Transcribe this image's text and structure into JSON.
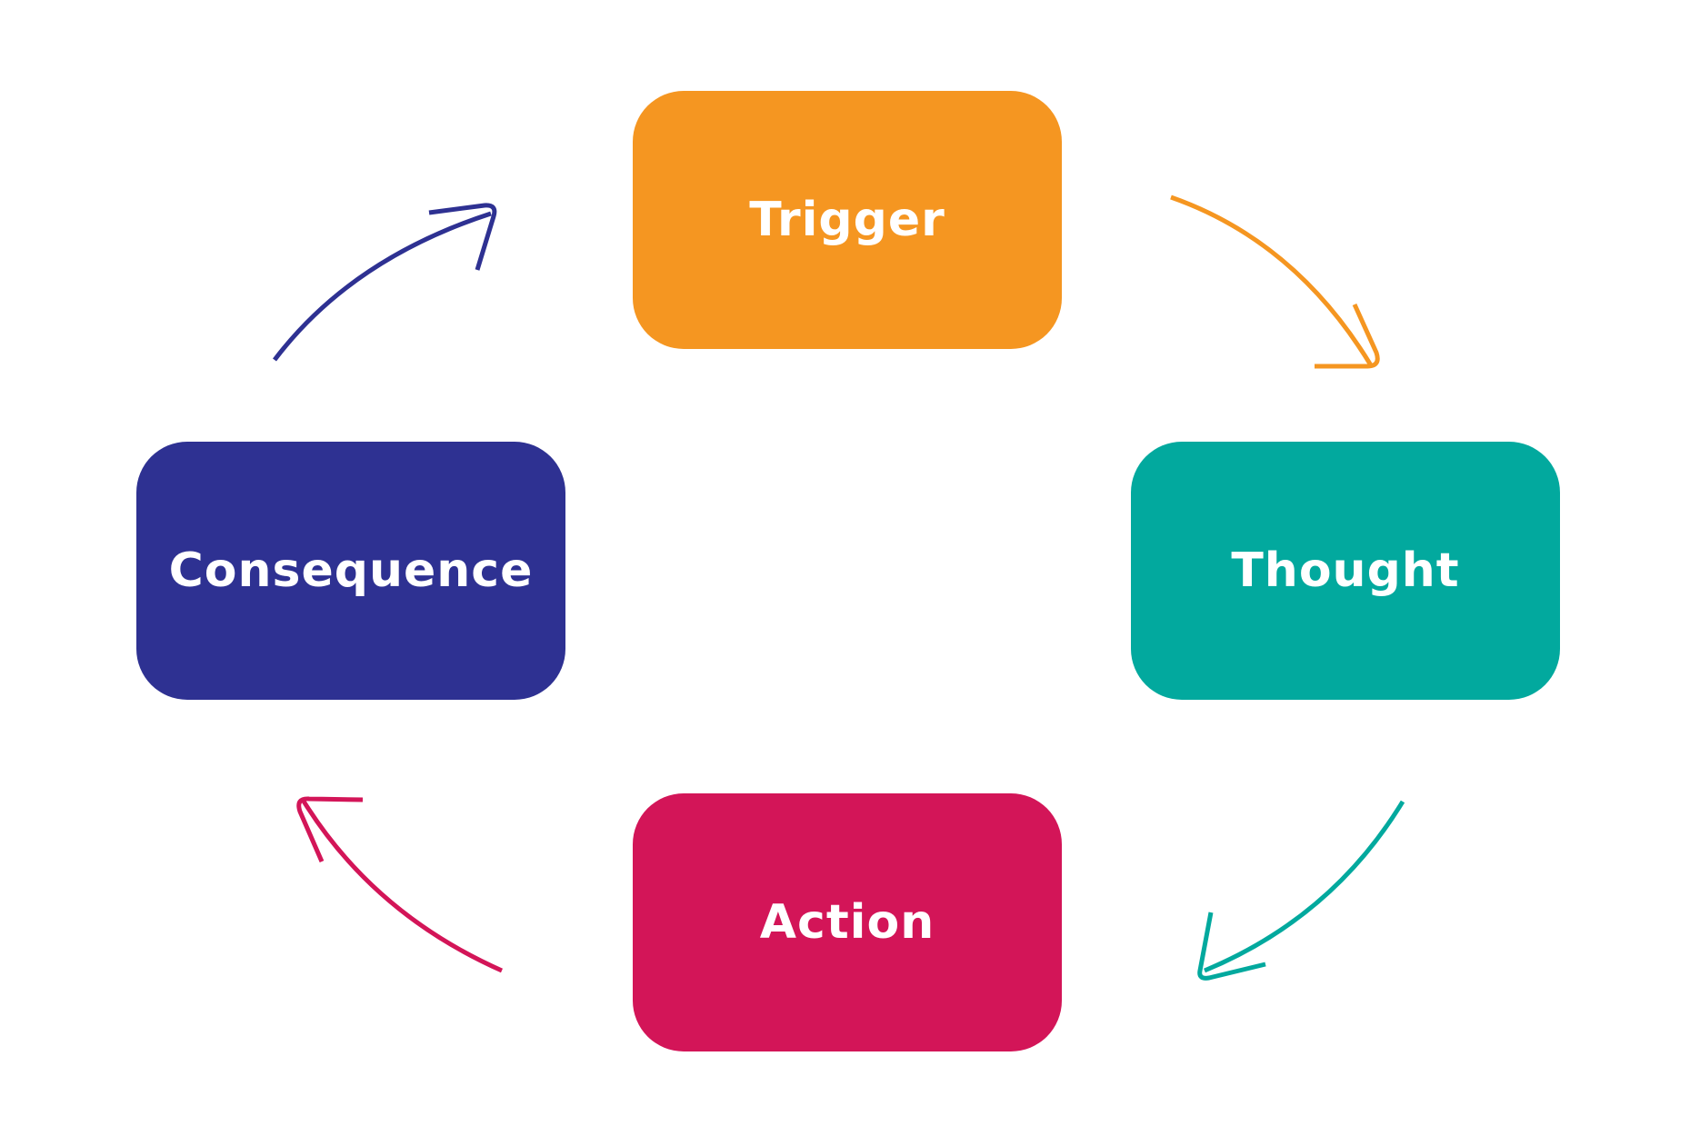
{
  "diagram": {
    "nodes": [
      {
        "id": "trigger",
        "label": "Trigger",
        "color": "#F59621"
      },
      {
        "id": "thought",
        "label": "Thought",
        "color": "#02A99E"
      },
      {
        "id": "action",
        "label": "Action",
        "color": "#D31558"
      },
      {
        "id": "consequence",
        "label": "Consequence",
        "color": "#2E3192"
      }
    ],
    "edges": [
      {
        "from": "trigger",
        "to": "thought",
        "color": "#F59621"
      },
      {
        "from": "thought",
        "to": "action",
        "color": "#02A99E"
      },
      {
        "from": "action",
        "to": "consequence",
        "color": "#D31558"
      },
      {
        "from": "consequence",
        "to": "trigger",
        "color": "#2E3192"
      }
    ]
  }
}
